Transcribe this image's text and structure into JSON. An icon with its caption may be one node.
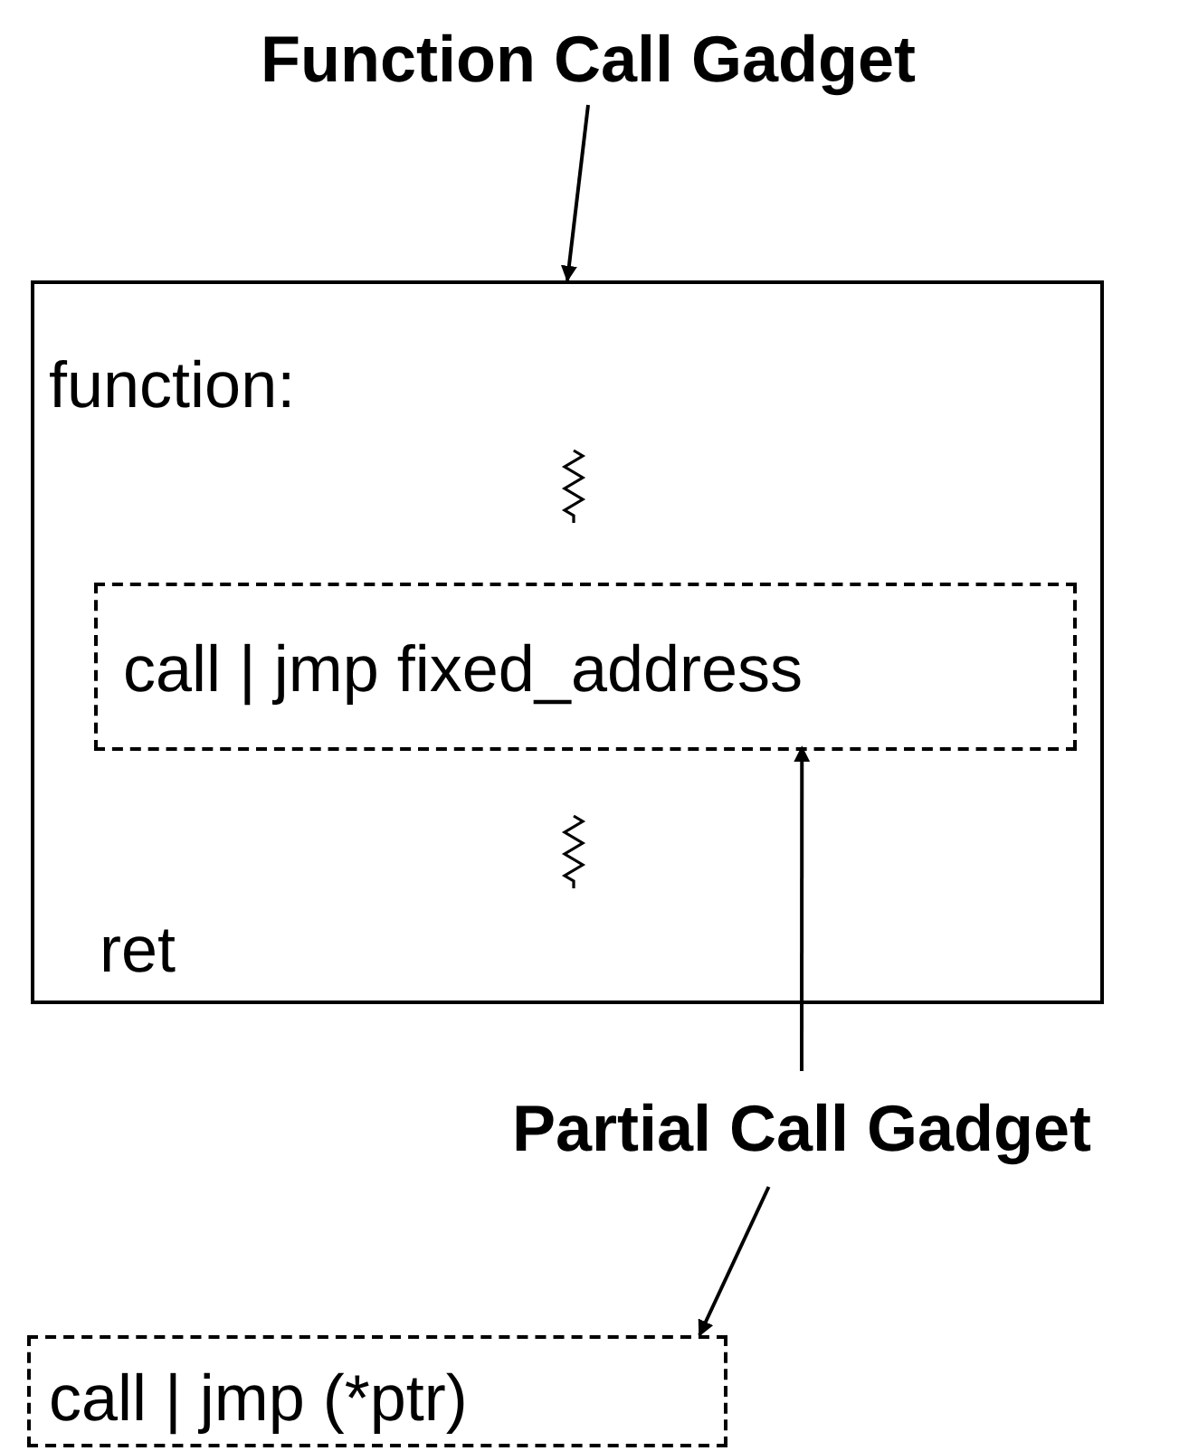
{
  "diagram": {
    "nodes": [
      {
        "text": [
          "Function Call Gadget"
        ]
      },
      {
        "text": [
          "function:",
          "ret"
        ]
      },
      {
        "text": [
          "call | jmp fixed_address"
        ],
        "in": 1
      },
      {
        "text": [
          "Partial Call Gadget"
        ]
      },
      {
        "text": [
          "call | jmp (*ptr)"
        ]
      }
    ],
    "edges": [
      {
        "from": 0,
        "to": 1,
        "arrow": "to"
      },
      {
        "from": 3,
        "to": 2,
        "arrow": "to"
      },
      {
        "from": 3,
        "to": 4,
        "arrow": "to"
      }
    ]
  }
}
